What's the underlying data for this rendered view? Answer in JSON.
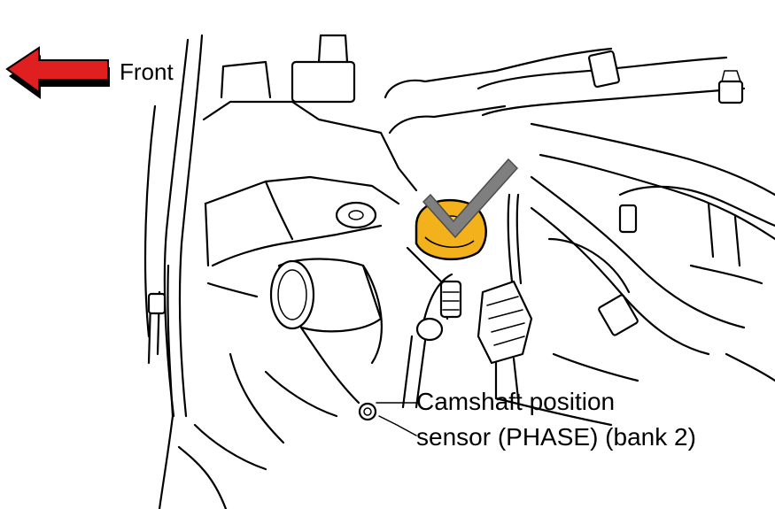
{
  "direction_label": "Front",
  "callout": {
    "line1": "Camshaft position",
    "line2": "sensor (PHASE) (bank 2)"
  },
  "colors": {
    "arrow_red": "#e02020",
    "sensor_yellow": "#f3b21b",
    "connector_gray": "#7f7f7f",
    "line_black": "#000000"
  },
  "icons": [
    "front-arrow-icon",
    "pointer-arrow-icon"
  ]
}
